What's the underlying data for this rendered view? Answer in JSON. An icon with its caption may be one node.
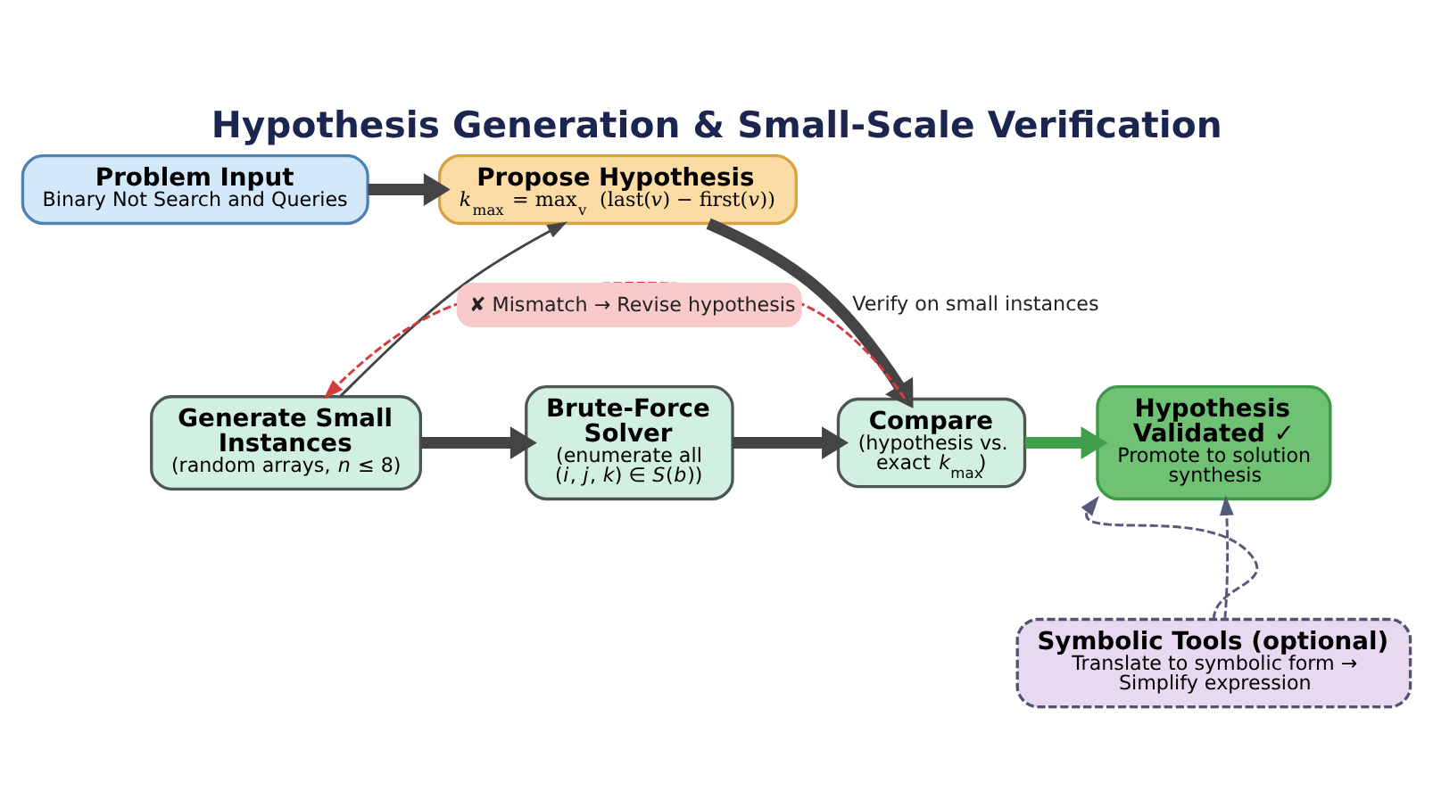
{
  "diagram": {
    "title": "Hypothesis Generation & Small-Scale Verification",
    "nodes": [
      {
        "text": [
          "Problem Input",
          "Binary Not Search and Queries"
        ]
      },
      {
        "text": [
          "Propose Hypothesis",
          "*k*$_{max}$ = max$_{v}$ (last(*v*) − first(*v*))"
        ]
      },
      {
        "text": [
          "Generate Small Instances",
          "(random arrays, *n* ≤ 8)"
        ]
      },
      {
        "text": [
          "Brute-Force Solver",
          "(enumerate all (*i*, *j*, *k*) ∈ *S*(*b*))"
        ]
      },
      {
        "text": [
          "Compare",
          "(hypothesis vs. exact *k*$_{max}$)"
        ]
      },
      {
        "text": [
          "Hypothesis Validated ✓",
          "Promote to solution synthesis"
        ]
      },
      {
        "text": [
          "Symbolic Tools (optional)",
          "Translate to symbolic form → Simplify expression"
        ]
      }
    ],
    "edges": [
      {
        "from": 0,
        "to": 1,
        "arrow": "to"
      },
      {
        "from": 2,
        "to": 1,
        "arrow": "to"
      },
      {
        "from": 1,
        "to": 4,
        "arrow": "to",
        "label": "Verify on small instances"
      },
      {
        "from": 2,
        "to": 3,
        "arrow": "to"
      },
      {
        "from": 3,
        "to": 4,
        "arrow": "to"
      },
      {
        "from": 4,
        "to": 5,
        "arrow": "to",
        "color": "#3f9f4a"
      },
      {
        "from": 4,
        "to": 2,
        "arrow": "to",
        "style": "dashed",
        "color": "#d63c3c",
        "label": "✘ Mismatch → Revise hypothesis"
      },
      {
        "from": 6,
        "to": 5,
        "arrow": "to",
        "style": "dashed",
        "color": "#555a7a"
      },
      {
        "from": 6,
        "to": 5,
        "arrow": "to",
        "style": "dashed",
        "color": "#555a7a"
      }
    ]
  }
}
